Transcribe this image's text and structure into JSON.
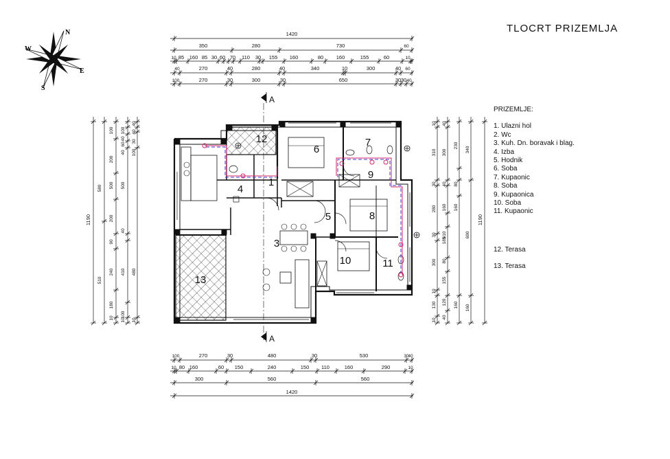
{
  "title": "TLOCRT PRIZEMLJA",
  "legend": {
    "heading": "PRIZEMLJE:",
    "rooms": [
      "1. Ulazni hol",
      "2. Wc",
      "3. Kuh. Dn. boravak i blag.",
      "4. Izba",
      "5. Hodnik",
      "6. Soba",
      "7. Kupaonic",
      "8. Soba",
      "9. Kupaonica",
      "10. Soba",
      "11. Kupaonic"
    ],
    "terraces": [
      "12. Terasa",
      "13. Terasa"
    ]
  },
  "compass": [
    "N",
    "E",
    "S",
    "W"
  ],
  "section_marker": "A",
  "room_numbers": [
    "1",
    "3",
    "4",
    "5",
    "6",
    "7",
    "8",
    "9",
    "10",
    "11",
    "12",
    "13"
  ],
  "dimensions": {
    "top_total": "1420",
    "top_row1": [
      "350",
      "280",
      "730",
      "60"
    ],
    "top_row2": [
      "10",
      "85",
      "160",
      "85",
      "30",
      "60",
      "70",
      "110",
      "30",
      "155",
      "160",
      "80",
      "160",
      "155",
      "60",
      "10"
    ],
    "top_row3": [
      "40",
      "270",
      "40",
      "280",
      "40",
      "340",
      "10",
      "300",
      "40",
      "60"
    ],
    "top_row4": [
      "100",
      "270",
      "30",
      "300",
      "30",
      "650",
      "30",
      "30",
      "40"
    ],
    "bottom_row1": [
      "100",
      "270",
      "30",
      "480",
      "30",
      "530",
      "30",
      "40"
    ],
    "bottom_row2": [
      "10",
      "80",
      "160",
      "60",
      "150",
      "240",
      "150",
      "110",
      "160",
      "290",
      "10"
    ],
    "bottom_row3": [
      "300",
      "560",
      "560"
    ],
    "bottom_total": "1420",
    "left_total": "1190",
    "left_col1": [
      "580",
      "510"
    ],
    "left_col2": [
      "100",
      "200",
      "500",
      "200",
      "90",
      "240",
      "180",
      "10"
    ],
    "left_col3": [
      "100",
      "40",
      "60",
      "40",
      "500",
      "40",
      "410",
      "100",
      "10"
    ],
    "left_col4": [
      "40",
      "40",
      "30",
      "100",
      "480",
      "10"
    ],
    "right_col1": [
      "10",
      "310",
      "30",
      "280",
      "30",
      "300",
      "10",
      "130",
      "10"
    ],
    "right_col2": [
      "40",
      "300",
      "40",
      "160",
      "610",
      "185",
      "80",
      "155",
      "120",
      "40"
    ],
    "right_col3": [
      "230",
      "80",
      "160",
      "160"
    ],
    "right_col4": [
      "340",
      "690",
      "160"
    ],
    "right_total": "1190"
  }
}
